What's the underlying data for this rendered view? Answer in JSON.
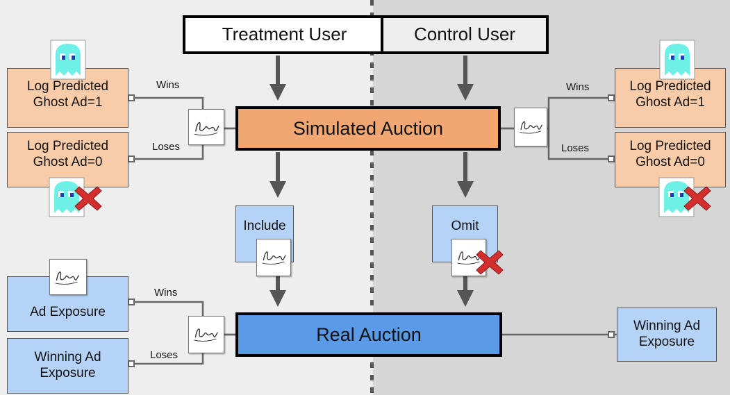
{
  "users": {
    "treatment": "Treatment User",
    "control": "Control User"
  },
  "auctions": {
    "simulated": "Simulated Auction",
    "real": "Real Auction"
  },
  "middle": {
    "include": "Include",
    "omit": "Omit"
  },
  "left": {
    "ghost_wins": "Log Predicted Ghost Ad=1",
    "ghost_loses": "Log Predicted Ghost Ad=0",
    "ad_exposure": "Ad Exposure",
    "winning_exposure": "Winning Ad Exposure"
  },
  "right": {
    "ghost_wins": "Log Predicted Ghost Ad=1",
    "ghost_loses": "Log Predicted Ghost Ad=0",
    "winning_exposure": "Winning Ad Exposure"
  },
  "edge_labels": {
    "wins": "Wins",
    "loses": "Loses"
  },
  "icons": {
    "ghost": "ghost-icon",
    "ad": "signature-ad-icon",
    "reject": "red-x-icon"
  },
  "colors": {
    "orange_dark": "#f2a772",
    "orange_light": "#f8cca8",
    "blue_dark": "#5b9ae6",
    "blue_light": "#b5d3f7",
    "ghost": "#6ff0e6",
    "reject": "#d32f2f",
    "treatment_bg": "#eeeeee",
    "control_bg": "#d6d6d6"
  }
}
